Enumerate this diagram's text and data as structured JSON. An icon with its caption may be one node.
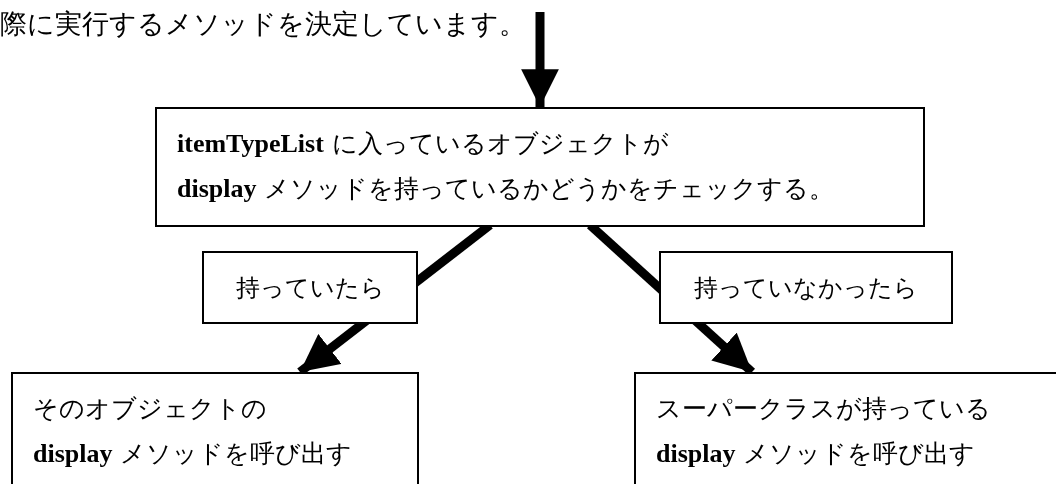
{
  "diagram": {
    "nodes": [
      {
        "text": [
          "**itemTypeList** に入っているオブジェクトが **display** メソッドを持っているかどうかをチェックする。"
        ]
      },
      {
        "text": [
          "そのオブジェクトの **display** メソッドを呼び出す"
        ]
      },
      {
        "text": [
          "スーパークラスが持っている **display** メソッドを呼び出す"
        ]
      }
    ],
    "edges": [
      {
        "from": null,
        "to": 0,
        "arrow": "to"
      },
      {
        "from": 0,
        "to": 1,
        "arrow": "to",
        "label": "持っていたら"
      },
      {
        "from": 0,
        "to": 2,
        "arrow": "to",
        "label": "持っていなかったら"
      }
    ],
    "labels": [
      "際に実行するメソッドを決定しています。"
    ]
  }
}
